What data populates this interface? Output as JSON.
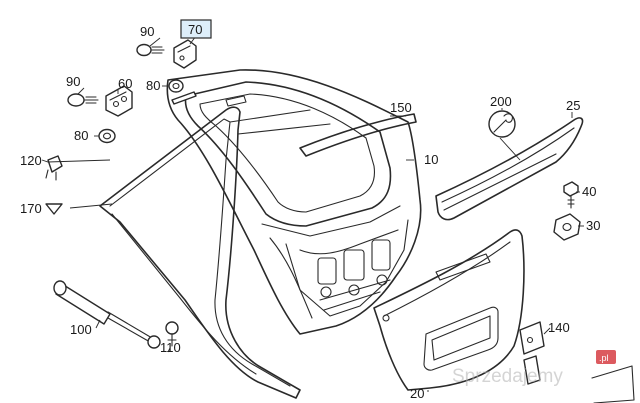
{
  "callouts": {
    "c90a": "90",
    "c70": "70",
    "c90b": "90",
    "c60": "60",
    "c80a": "80",
    "c80b": "80",
    "c120": "120",
    "c170": "170",
    "c150": "150",
    "c10": "10",
    "c200": "200",
    "c25": "25",
    "c40": "40",
    "c30": "30",
    "c100": "100",
    "c110": "110",
    "c140": "140",
    "c20": "20"
  },
  "watermark": {
    "text": "Sprzedajemy",
    "badge": ".pl"
  },
  "colors": {
    "line": "#2a2a2a",
    "highlight_box": "#ddeefa"
  }
}
